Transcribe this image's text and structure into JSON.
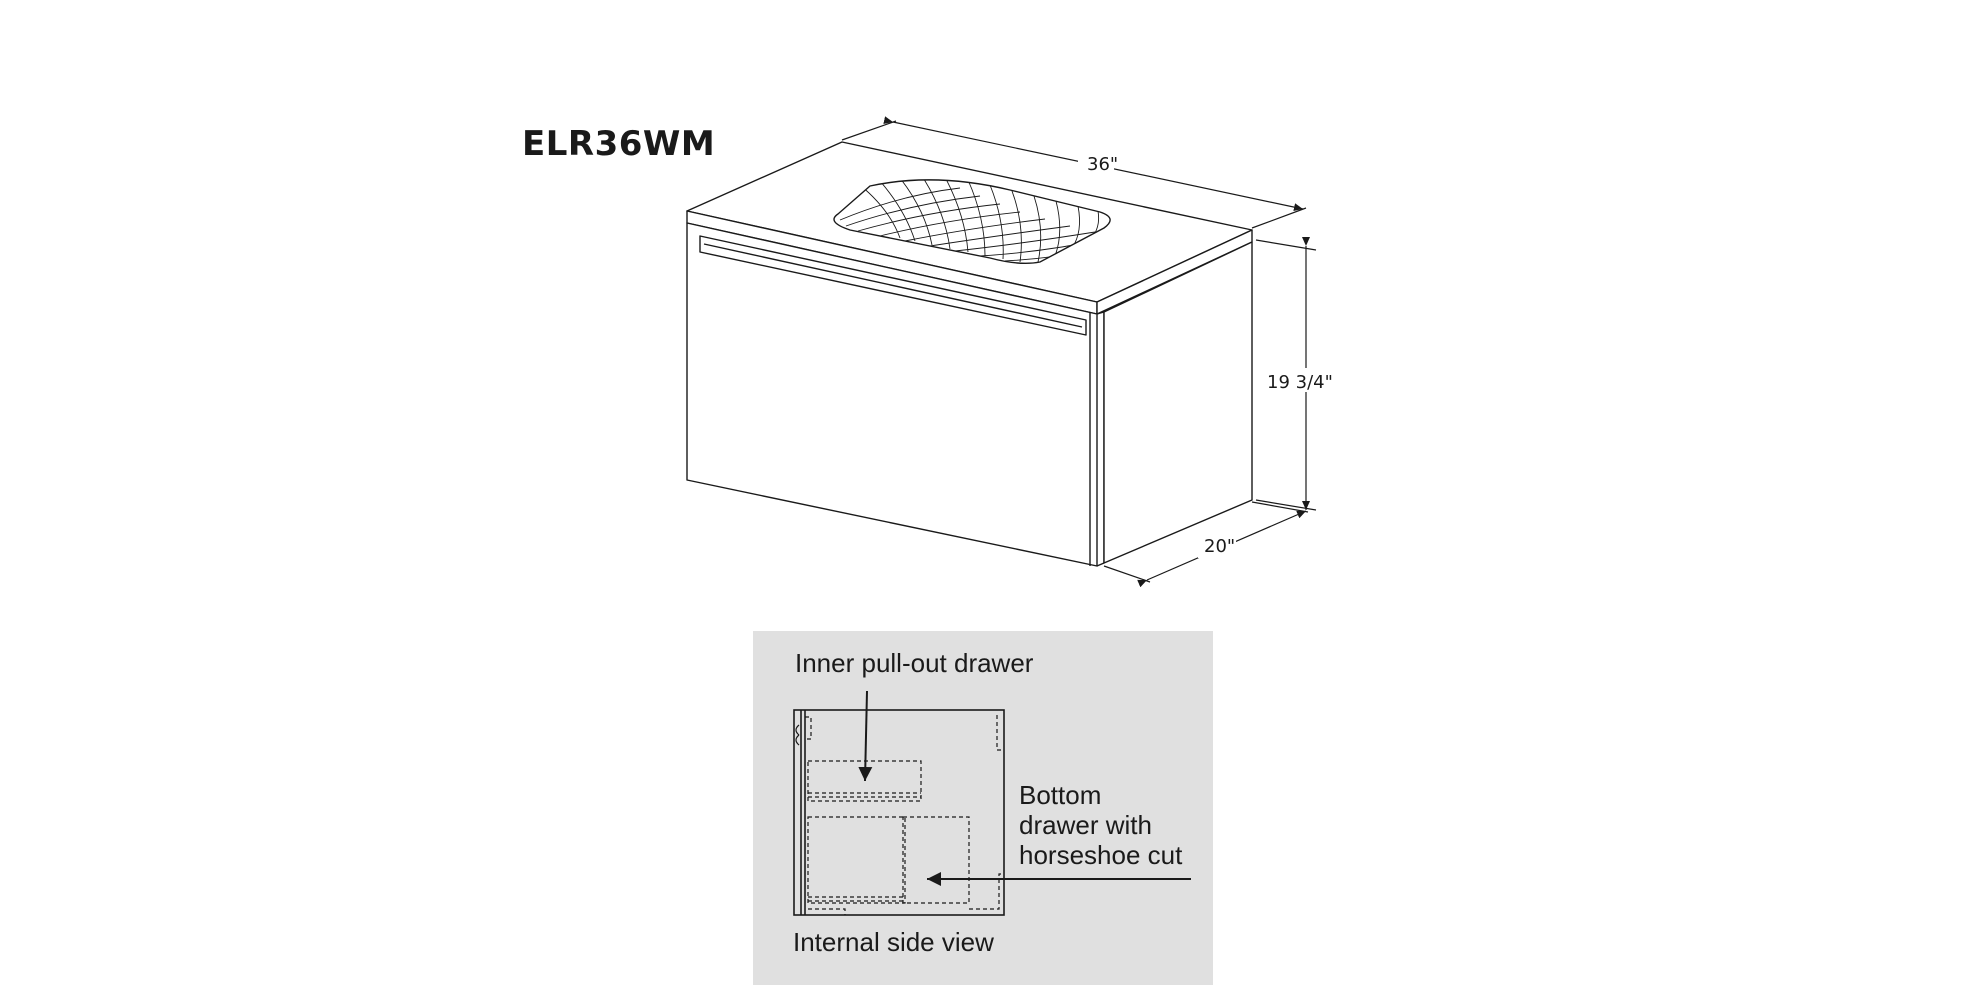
{
  "title": "ELR36WM",
  "dimensions": {
    "width": "36\"",
    "height": "19 3/4\"",
    "depth": "20\""
  },
  "inset": {
    "inner_drawer_label": "Inner pull-out drawer",
    "bottom_drawer_label": [
      "Bottom",
      "drawer with",
      "horseshoe cut"
    ],
    "view_label": "Internal side view"
  },
  "colors": {
    "line": "#1a1a1a",
    "panel": "#e0e0e0"
  }
}
